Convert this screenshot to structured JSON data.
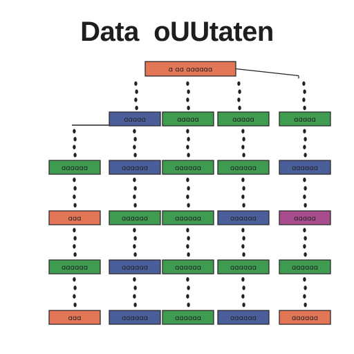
{
  "title": "Data  oUUtaten",
  "colors": {
    "green": "#3e9b4f",
    "blue": "#4a5f9a",
    "orange": "#e47658",
    "magenta": "#a94c8e",
    "stroke": "#2b2b2b",
    "text": "#222222",
    "line": "#222222"
  },
  "diagram": {
    "root": {
      "label": "ɑ ɑɑ ɑɑɑɑɑɑ",
      "color": "orange"
    },
    "rows": [
      {
        "nodes": [
          {
            "label": "ɑɑɑɑɑ",
            "color": "blue"
          },
          {
            "label": "ɑɑɑɑɑ",
            "color": "green"
          },
          {
            "label": "ɑɑɑɑɑ",
            "color": "green"
          },
          {
            "label": "ɑɑɑɑɑ",
            "color": "green"
          }
        ]
      },
      {
        "nodes": [
          {
            "label": "ɑɑɑɑɑɑ",
            "color": "green"
          },
          {
            "label": "ɑɑɑɑɑɑ",
            "color": "blue"
          },
          {
            "label": "ɑɑɑɑɑɑ",
            "color": "green"
          },
          {
            "label": "ɑɑɑɑɑɑ",
            "color": "green"
          },
          {
            "label": "ɑɑɑɑɑɑ",
            "color": "blue"
          }
        ]
      },
      {
        "nodes": [
          {
            "label": "ɑɑɑ",
            "color": "orange"
          },
          {
            "label": "ɑɑɑɑɑɑ",
            "color": "green"
          },
          {
            "label": "ɑɑɑɑɑɑ",
            "color": "green"
          },
          {
            "label": "ɑɑɑɑɑɑ",
            "color": "blue"
          },
          {
            "label": "ɑɑɑɑɑ",
            "color": "magenta"
          }
        ]
      },
      {
        "nodes": [
          {
            "label": "ɑɑɑɑɑɑ",
            "color": "green"
          },
          {
            "label": "ɑɑɑɑɑɑ",
            "color": "blue"
          },
          {
            "label": "ɑɑɑɑɑɑ",
            "color": "green"
          },
          {
            "label": "ɑɑɑɑɑɑ",
            "color": "green"
          },
          {
            "label": "ɑɑɑɑɑɑ",
            "color": "green"
          }
        ]
      },
      {
        "nodes": [
          {
            "label": "ɑɑɑ",
            "color": "orange"
          },
          {
            "label": "ɑɑɑɑɑɑ",
            "color": "blue"
          },
          {
            "label": "ɑɑɑɑɑɑ",
            "color": "green"
          },
          {
            "label": "ɑɑɑɑɑɑ",
            "color": "blue"
          },
          {
            "label": "ɑɑɑɑɑɑ",
            "color": "orange"
          }
        ]
      }
    ]
  }
}
